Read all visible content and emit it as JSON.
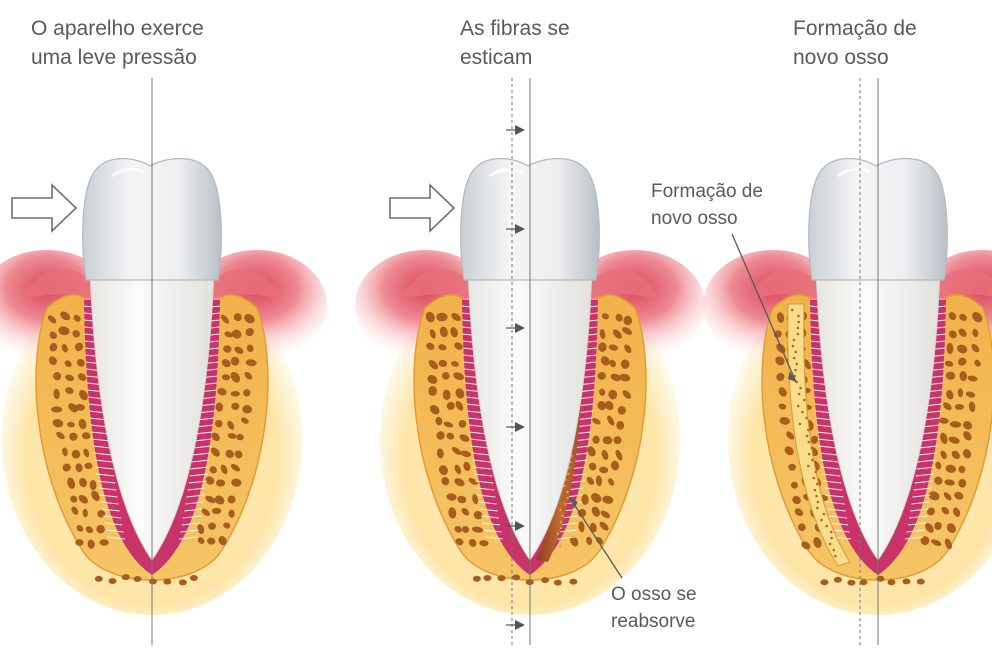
{
  "panels": [
    {
      "caption_lines": [
        "O aparelho exerce",
        "uma leve pressão"
      ]
    },
    {
      "caption_lines": [
        "As fibras se",
        "esticam"
      ]
    },
    {
      "caption_lines": [
        "Formação de",
        "novo osso"
      ]
    }
  ],
  "labels": {
    "resorb_lines": [
      "O osso se",
      "reabsorve"
    ],
    "newbone_lines": [
      "Formação de",
      "novo osso"
    ]
  },
  "colors": {
    "gum": "#e8707a",
    "gum_light": "#f7c4c4",
    "bone": "#f4bc56",
    "bone_light": "#fde7a8",
    "bone_spot": "#a65d1e",
    "ligament": "#c8336a",
    "fiber": "#ffffff",
    "tooth_crown": "#e6e8ea",
    "tooth_root": "#f5f5f4",
    "resorption": "#b5622c",
    "guide_line": "#777777",
    "text": "#5a5a5a"
  }
}
